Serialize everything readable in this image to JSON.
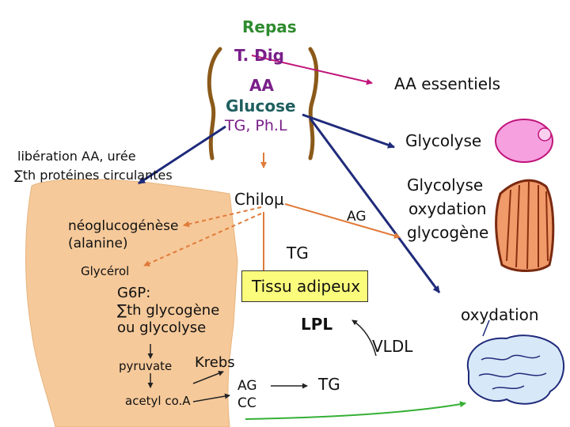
{
  "meal": {
    "title": "Repas",
    "digestion": "T. Dig"
  },
  "nutrients": {
    "aa": "AA",
    "glucose": "Glucose",
    "tg_phl": "TG, Ph.L"
  },
  "liver": {
    "release": [
      "libération AA, urée",
      "∑th protéines circulantes"
    ],
    "gluconeogenesis": [
      "néoglucogénèse",
      "(alanine)"
    ],
    "glycerol": "Glycérol",
    "g6p": [
      "G6P:",
      "∑th glycogène",
      "ou glycolyse"
    ],
    "pyruvate": "pyruvate",
    "acetyl": "acetyl co.A",
    "krebs": "Krebs",
    "ag_cc": [
      "AG",
      "CC"
    ]
  },
  "center": {
    "chylo": "Chiloµ",
    "tg": "TG",
    "ag": "AG"
  },
  "adipose": {
    "title": "Tissu adipeux",
    "lpl": "LPL"
  },
  "right": {
    "aa_essential": "AA essentiels",
    "glycolysis_rbc": "Glycolyse",
    "muscle": [
      "Glycolyse",
      "oxydation",
      "glycogène"
    ],
    "oxidation": "oxydation",
    "vldl": "VLDL",
    "tg2": "TG"
  },
  "colors": {
    "green": "#2e8b2e",
    "purple": "#7a1f8a",
    "liver": "#f6c99a",
    "box": "#fbfb7c",
    "orange_arrow": "#e07b39",
    "bracket": "#8b5a1a"
  }
}
